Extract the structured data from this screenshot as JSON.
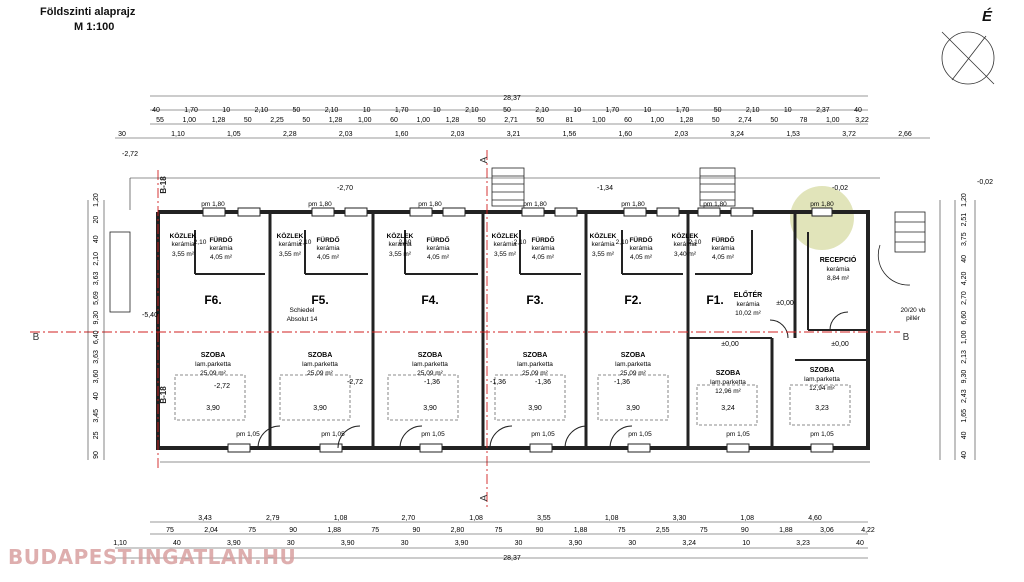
{
  "title": {
    "line1": "Földszinti alaprajz",
    "line2": "M 1:100"
  },
  "north_label": "É",
  "watermark": "BUDAPEST.INGATLAN.HU",
  "dimensions": {
    "total_width": "28,37",
    "top_row1": [
      "40",
      "1,70",
      "10",
      "2,10",
      "50",
      "2,10",
      "10",
      "1,70",
      "10",
      "2,10",
      "50",
      "2,10",
      "10",
      "1,70",
      "10",
      "1,70",
      "50",
      "2,10",
      "10",
      "2,37",
      "40"
    ],
    "top_row2": [
      "55",
      "1,00",
      "1,28",
      "50",
      "2,25",
      "50",
      "1,28",
      "1,00",
      "60",
      "1,00",
      "1,28",
      "50",
      "2,71",
      "50",
      "81",
      "1,00",
      "60",
      "1,00",
      "1,28",
      "50",
      "2,74",
      "50",
      "78",
      "1,00",
      "3,22"
    ],
    "top_row3": [
      "30",
      "1,10",
      "1,05",
      "2,28",
      "2,03",
      "1,60",
      "2,03",
      "3,21",
      "1,56",
      "1,60",
      "2,03",
      "3,24",
      "1,53",
      "3,72",
      "2,66"
    ],
    "bottom_row1": [
      "3,43",
      "2,79",
      "1,08",
      "2,70",
      "1,08",
      "3,55",
      "1,08",
      "3,30",
      "1,08",
      "4,60"
    ],
    "bottom_row2": [
      "75",
      "2,04",
      "75",
      "90",
      "1,88",
      "75",
      "90",
      "2,80",
      "75",
      "90",
      "1,88",
      "75",
      "2,55",
      "75",
      "90",
      "1,88",
      "3,06",
      "4,22"
    ],
    "bottom_row3": [
      "1,10",
      "40",
      "3,90",
      "30",
      "3,90",
      "30",
      "3,90",
      "30",
      "3,90",
      "30",
      "3,24",
      "10",
      "3,23",
      "40"
    ],
    "left_side": [
      "1,20",
      "20",
      "40",
      "2,10",
      "3,63",
      "5,69",
      "9,30",
      "6,40",
      "3,63",
      "3,60",
      "40",
      "3,45",
      "25",
      "90"
    ],
    "right_side": [
      "1,20",
      "2,51",
      "3,75",
      "40",
      "4,20",
      "2,70",
      "6,60",
      "1,00",
      "2,13",
      "9,30",
      "2,43",
      "1,65",
      "40",
      "40"
    ]
  },
  "levels": [
    "-2,72",
    "-2,70",
    "-1,34",
    "-0,02",
    "-0,02",
    "±0,00",
    "±0,00",
    "±0,00",
    "-2,72",
    "-2,72",
    "-1,36",
    "-1,36",
    "-1,36",
    "-1,36",
    "-5,40"
  ],
  "section_labels": {
    "a_top": "A",
    "a_bottom": "A",
    "b_left": "B",
    "b_right": "B",
    "b18_top": "B-18",
    "b18_bottom": "B-18"
  },
  "units": [
    {
      "name": "F6.",
      "kozlek": "KÖZLEK",
      "kozlek_floor": "kerámia",
      "kozlek_area": "3,55 m²",
      "furdo": "FÜRDŐ",
      "furdo_floor": "kerámia",
      "furdo_area": "4,05 m²",
      "szoba": "SZOBA",
      "szoba_floor": "lam.parketta",
      "szoba_area": "25,09 m²"
    },
    {
      "name": "F5.",
      "kozlek": "KÖZLEK",
      "kozlek_floor": "kerámia",
      "kozlek_area": "3,55 m²",
      "furdo": "FÜRDŐ",
      "furdo_floor": "kerámia",
      "furdo_area": "4,05 m²",
      "szoba": "SZOBA",
      "szoba_floor": "lam.parketta",
      "szoba_area": "25,09 m²"
    },
    {
      "name": "F4.",
      "kozlek": "KÖZLEK",
      "kozlek_floor": "kerámia",
      "kozlek_area": "3,55 m²",
      "furdo": "FÜRDŐ",
      "furdo_floor": "kerámia",
      "furdo_area": "4,05 m²",
      "szoba": "SZOBA",
      "szoba_floor": "lam.parketta",
      "szoba_area": "25,09 m²"
    },
    {
      "name": "F3.",
      "kozlek": "KÖZLEK",
      "kozlek_floor": "kerámia",
      "kozlek_area": "3,55 m²",
      "furdo": "FÜRDŐ",
      "furdo_floor": "kerámia",
      "furdo_area": "4,05 m²",
      "szoba": "SZOBA",
      "szoba_floor": "lam.parketta",
      "szoba_area": "25,09 m²"
    },
    {
      "name": "F2.",
      "kozlek": "KÖZLEK",
      "kozlek_floor": "kerámia",
      "kozlek_area": "3,55 m²",
      "furdo": "FÜRDŐ",
      "furdo_floor": "kerámia",
      "furdo_area": "4,05 m²",
      "szoba": "SZOBA",
      "szoba_floor": "lam.parketta",
      "szoba_area": "25,09 m²"
    },
    {
      "name": "F1.",
      "kozlek": "KÖZLEK",
      "kozlek_floor": "kerámia",
      "kozlek_area": "3,40 m²",
      "furdo": "FÜRDŐ",
      "furdo_floor": "kerámia",
      "furdo_area": "4,05 m²",
      "eloter": "ELŐTÉR",
      "eloter_floor": "kerámia",
      "eloter_area": "10,02 m²",
      "szoba1": "SZOBA",
      "szoba1_floor": "lam.parketta",
      "szoba1_area": "12,96 m²",
      "szoba2": "SZOBA",
      "szoba2_floor": "lam.parketta",
      "szoba2_area": "12,94 m²"
    }
  ],
  "reception": {
    "name": "RECEPCIÓ",
    "floor": "kerámia",
    "area": "8,84 m²"
  },
  "chimney": {
    "line1": "Schiedel",
    "line2": "Absolut 14"
  },
  "pillar": {
    "line1": "20/20 vb",
    "line2": "pillér"
  },
  "window_labels": {
    "pm": "pm 1,80",
    "pm_bottom": "pm 1,05",
    "sill": "2,10",
    "height": "90"
  },
  "room_dims": [
    "3,90",
    "3,90",
    "3,90",
    "3,90",
    "3,90",
    "3,24",
    "3,23"
  ],
  "colors": {
    "line": "#222222",
    "dim": "#333333",
    "red_axis": "#d22020",
    "highlight": "#d6d9a8",
    "watermark": "#d9a0a0"
  }
}
